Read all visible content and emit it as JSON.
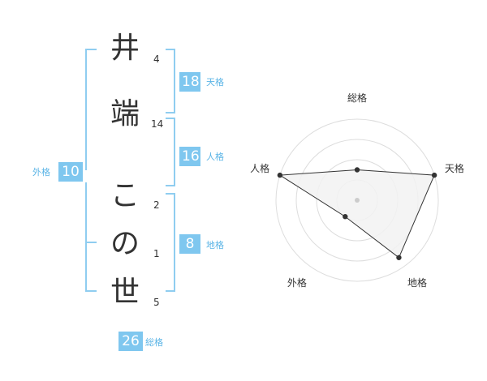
{
  "name": {
    "chars": [
      "井",
      "端",
      "こ",
      "の",
      "世"
    ],
    "strokes": [
      "4",
      "14",
      "2",
      "1",
      "5"
    ]
  },
  "fortune": {
    "tenkaku": {
      "value": "18",
      "label": "天格"
    },
    "jinkaku": {
      "value": "16",
      "label": "人格"
    },
    "chikaku": {
      "value": "8",
      "label": "地格"
    },
    "gaikaku": {
      "value": "10",
      "label": "外格"
    },
    "soukaku": {
      "value": "26",
      "label": "総格"
    }
  },
  "chart_data": {
    "type": "radar",
    "axes": [
      "総格",
      "天格",
      "地格",
      "外格",
      "人格"
    ],
    "values": [
      1.5,
      4,
      3.5,
      1,
      4
    ],
    "max": 4,
    "rings": 4,
    "colors": {
      "ring": "#dddddd",
      "fill": "#f2f2f2",
      "line": "#333333",
      "point": "#333333",
      "center": "#cccccc"
    }
  }
}
